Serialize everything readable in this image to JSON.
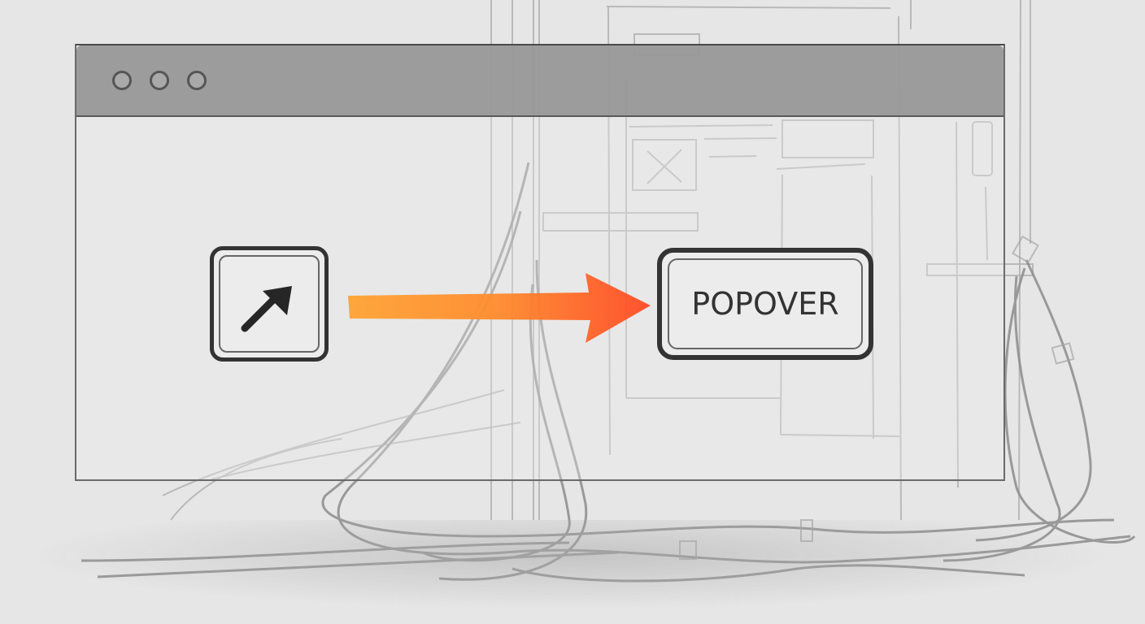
{
  "window": {
    "titlebar_controls": [
      "circle",
      "circle",
      "circle"
    ]
  },
  "source_button": {
    "icon": "arrow-up-right-icon"
  },
  "flow_arrow": {
    "direction": "right",
    "gradient_start": "#ffa030",
    "gradient_end": "#ff4a25"
  },
  "popover_button": {
    "label": "POPOVER"
  },
  "colors": {
    "background": "#e6e6e6",
    "titlebar": "#969696",
    "stroke": "#333333",
    "sketch_lines": "#9a9a9a"
  }
}
